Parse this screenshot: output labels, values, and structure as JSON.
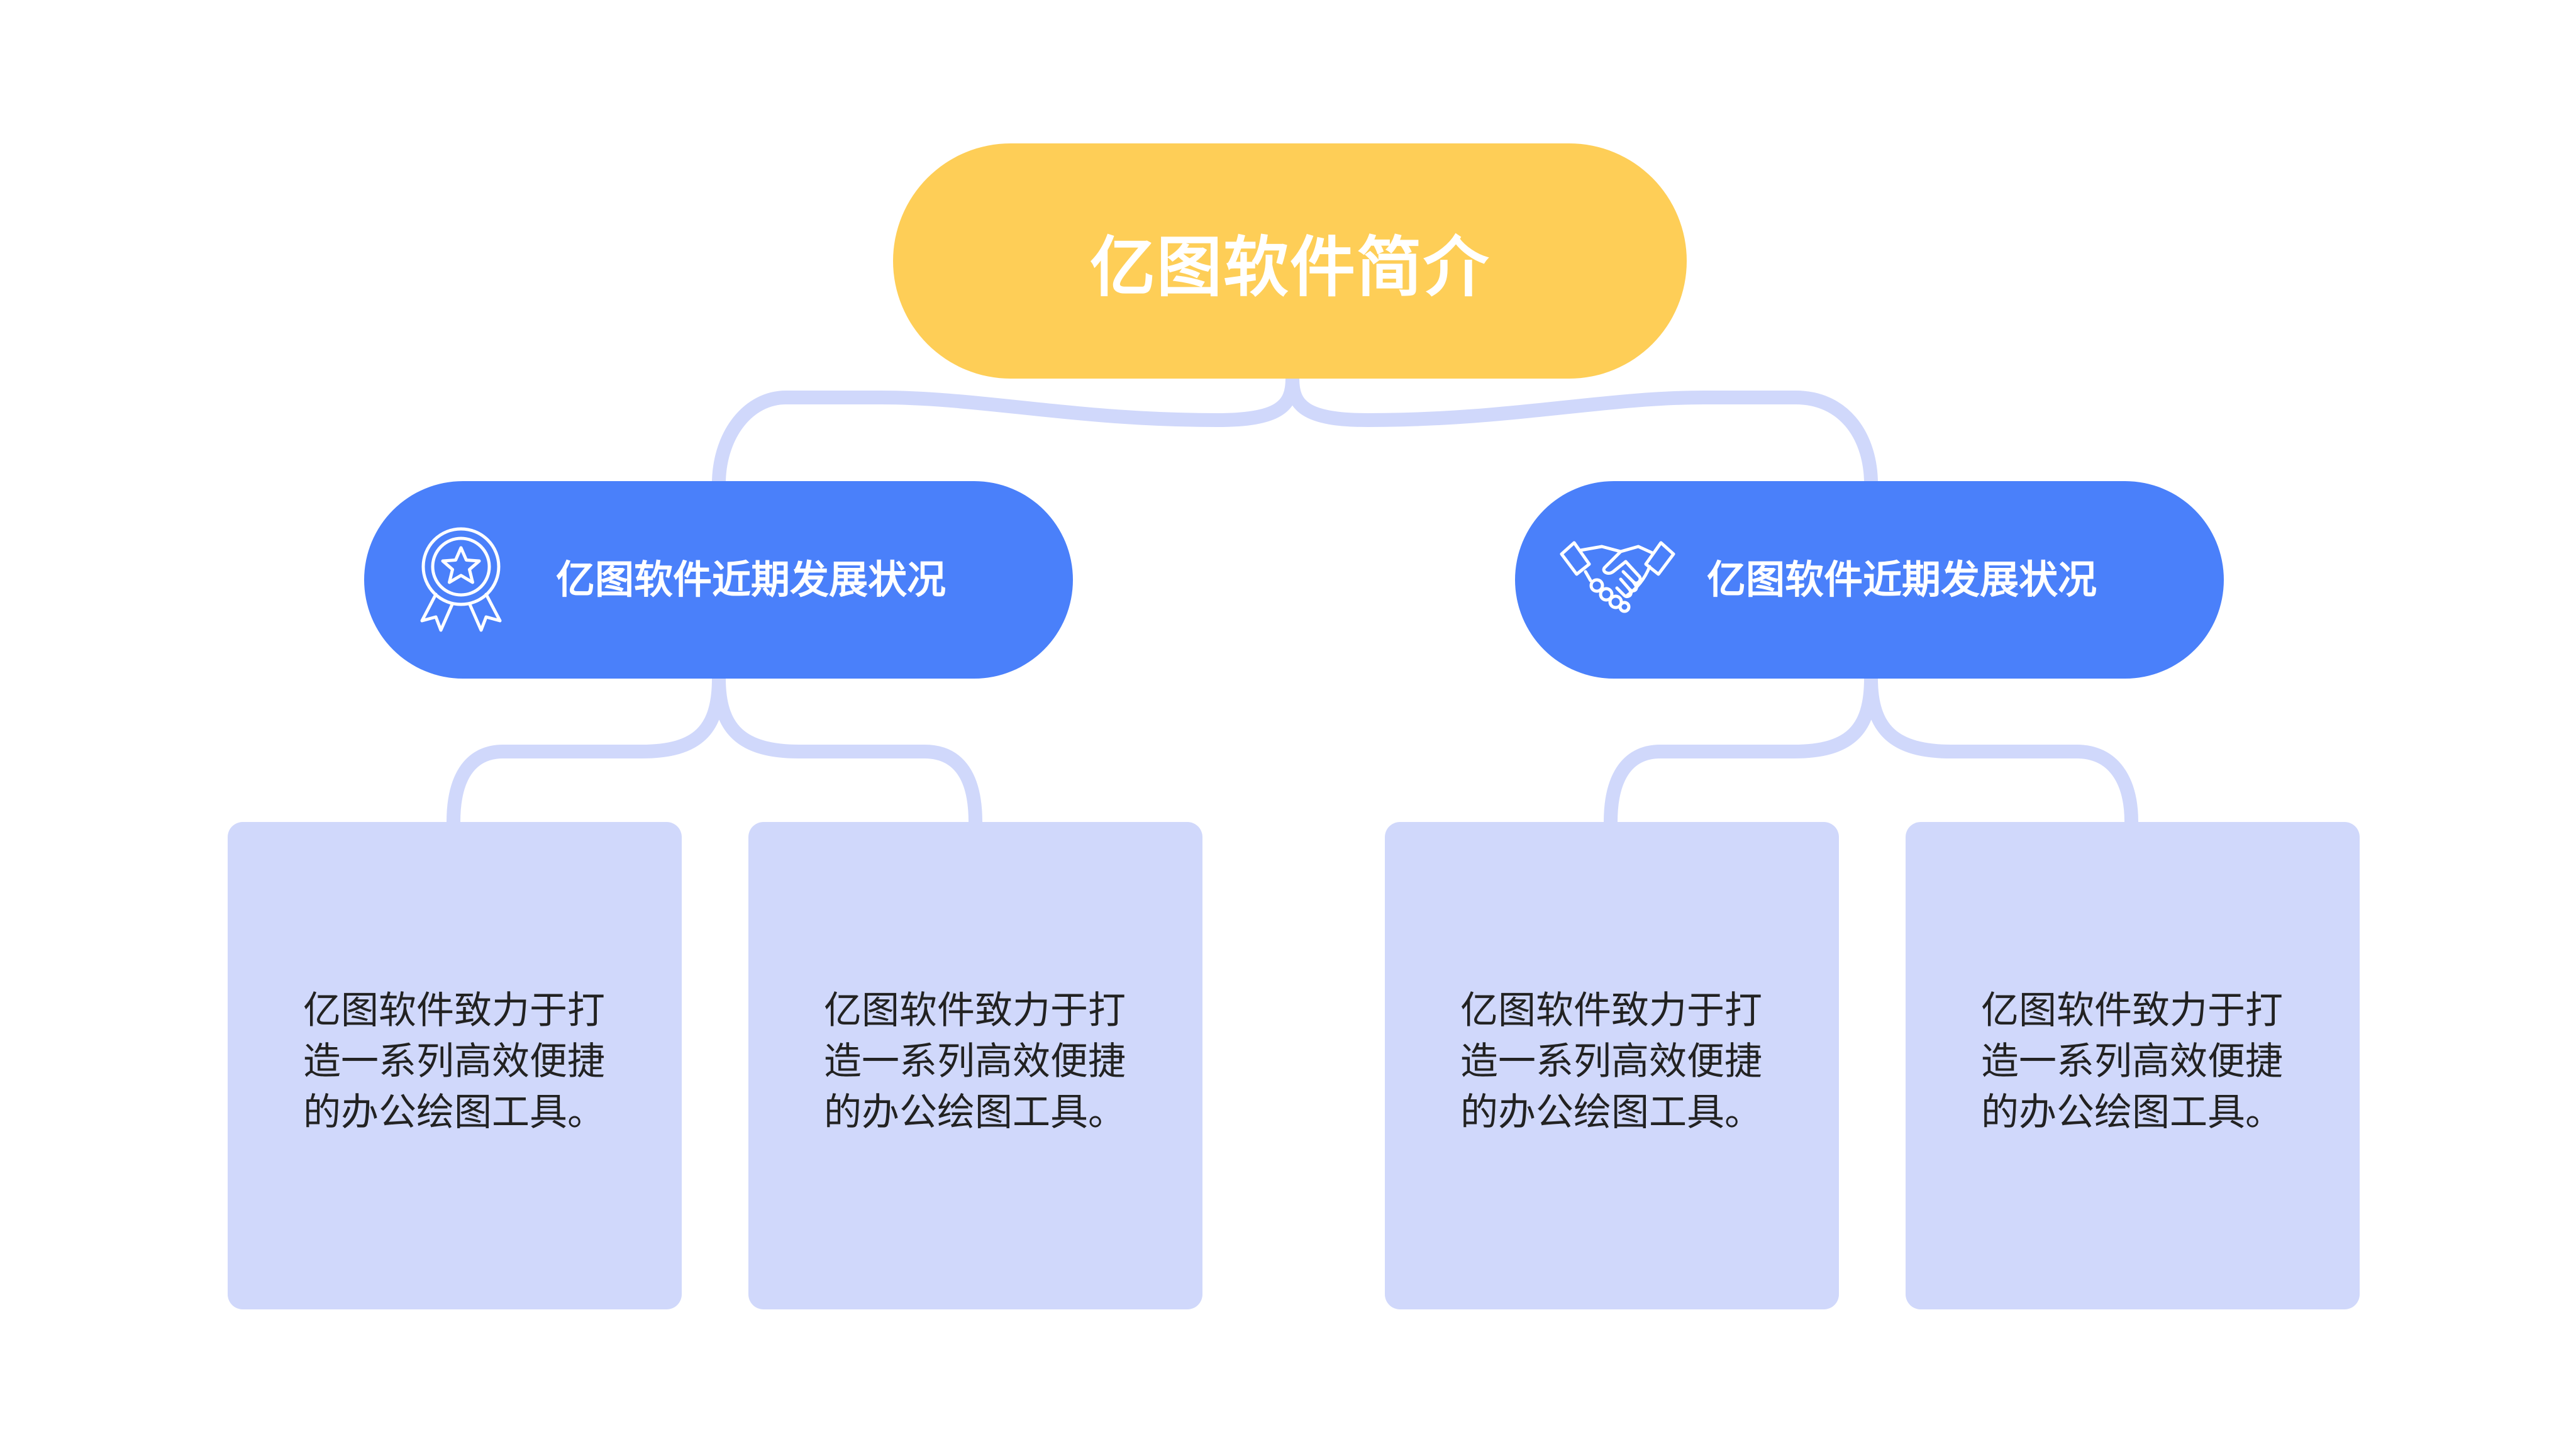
{
  "colors": {
    "root_fill": "#FECE57",
    "branch_fill": "#4A80FA",
    "card_fill": "#D0D8FB",
    "connector": "#D0D8FB",
    "node_text": "#FFFFFF",
    "card_text": "#222222"
  },
  "root": {
    "title": "亿图软件简介"
  },
  "branches": [
    {
      "icon": "award-badge-icon",
      "title": "亿图软件近期发展状况",
      "cards": [
        {
          "text": "亿图软件致力于打造一系列高效便捷的办公绘图工具。"
        },
        {
          "text": "亿图软件致力于打造一系列高效便捷的办公绘图工具。"
        }
      ]
    },
    {
      "icon": "handshake-icon",
      "title": "亿图软件近期发展状况",
      "cards": [
        {
          "text": "亿图软件致力于打造一系列高效便捷的办公绘图工具。"
        },
        {
          "text": "亿图软件致力于打造一系列高效便捷的办公绘图工具。"
        }
      ]
    }
  ]
}
